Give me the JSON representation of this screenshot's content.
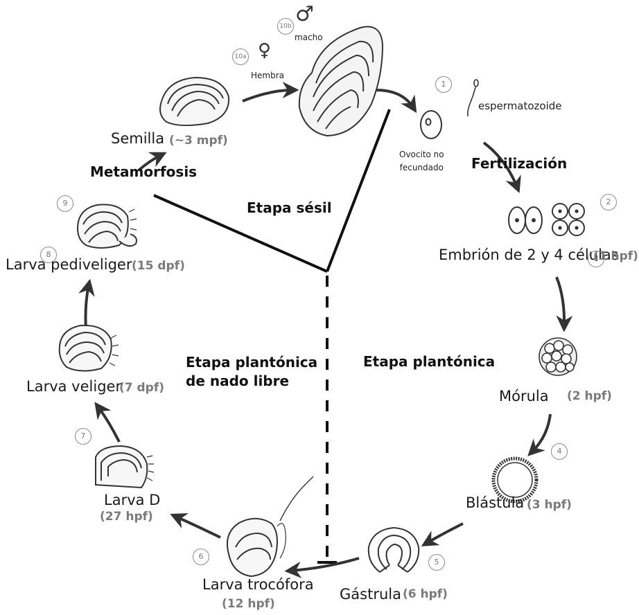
{
  "stages": {
    "s1": {
      "number": "1",
      "label_oocyte": "Ovocito no\nfecundado",
      "label_sperm": "espermatozoide"
    },
    "fertilization": "Fertilización",
    "s2": {
      "number": "2",
      "label": "Embrión de 2 y 4 células",
      "time": "(1 hpf)"
    },
    "s3": {
      "number": "3",
      "label": "Mórula",
      "time": "(2 hpf)"
    },
    "s4": {
      "number": "4",
      "label": "Blástula",
      "time": "(3 hpf)"
    },
    "s5": {
      "number": "5",
      "label": "Gástrula",
      "time": "(6 hpf)"
    },
    "s6": {
      "number": "6",
      "label": "Larva trocófora",
      "time": "(12 hpf)"
    },
    "s7": {
      "number": "7",
      "label": "Larva D",
      "time": "(27 hpf)"
    },
    "s8": {
      "number": "8",
      "label": "Larva veliger",
      "time": "(7 dpf)"
    },
    "s9": {
      "number": "9",
      "label": "Larva pediveliger",
      "time": "(15 dpf)"
    },
    "metamorphosis": "Metamorfosis",
    "seed": {
      "label": "Semilla",
      "time": "(~3 mpf)"
    },
    "s10a": {
      "number": "10a",
      "label": "Hembra",
      "symbol": "♀"
    },
    "s10b": {
      "number": "10b",
      "label": "macho",
      "symbol": "♂"
    }
  },
  "regions": {
    "sessile": "Etapa sésil",
    "planktonic_right": "Etapa plantónica",
    "planktonic_left": "Etapa plantónica\nde nado libre"
  },
  "colors": {
    "ink": "#333333",
    "time_gray": "#7a7a7a",
    "number_gray": "#8a8a8a"
  }
}
